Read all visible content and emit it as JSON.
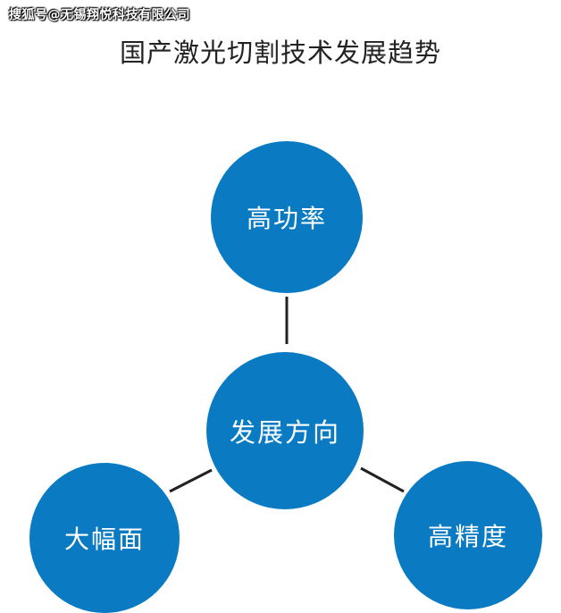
{
  "watermark": "搜狐号@无锡翔悦科技有限公司",
  "title": "国产激光切割技术发展趋势",
  "colors": {
    "node_fill": "#0a7bc2",
    "node_text": "#ffffff",
    "center_text": "#ffffff",
    "connector": "#222222"
  },
  "nodes": {
    "center": "发展方向",
    "top": "高功率",
    "left": "大幅面",
    "right": "高精度"
  }
}
